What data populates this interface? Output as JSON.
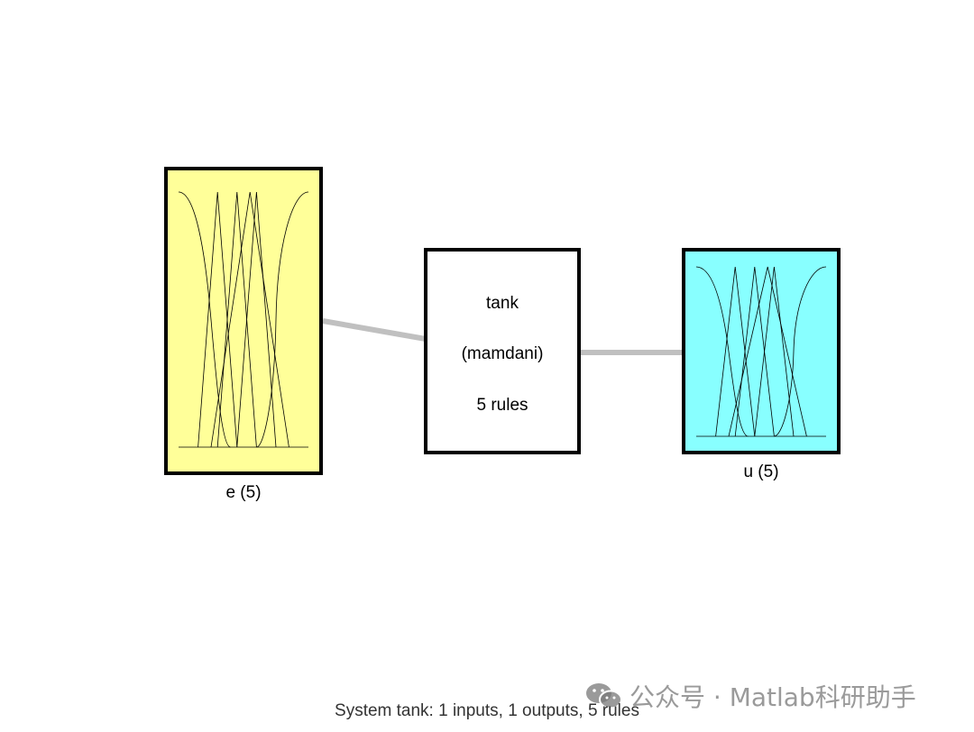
{
  "input": {
    "label": "e (5)",
    "fill": "#ffff99"
  },
  "engine": {
    "name": "tank",
    "type": "(mamdani)",
    "rules": "5 rules"
  },
  "output": {
    "label": "u (5)",
    "fill": "#88ffff"
  },
  "status_text": "System tank: 1 inputs, 1 outputs, 5 rules",
  "watermark": {
    "text": "公众号 · Matlab科研助手",
    "icon": "wechat-icon"
  },
  "colors": {
    "border": "#000000",
    "connector": "#c0c0c0"
  }
}
